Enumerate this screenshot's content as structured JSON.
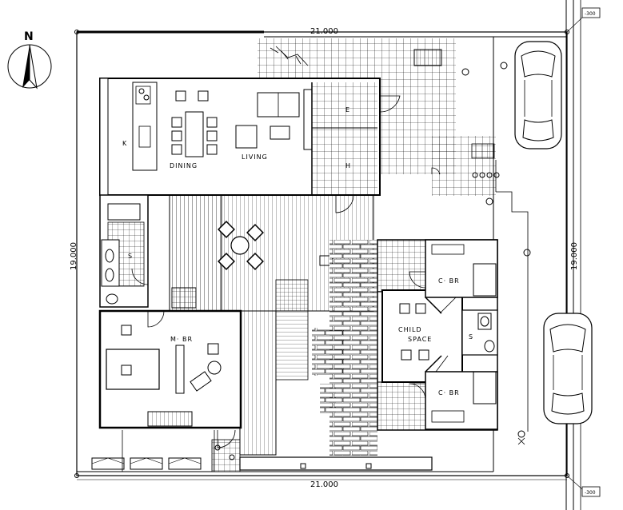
{
  "north_label": "N",
  "dimensions": {
    "top": "21.000",
    "bottom": "21.000",
    "left": "19.000",
    "right": "19.000"
  },
  "level_tags": [
    "-300",
    "-300"
  ],
  "rooms": {
    "kitchen": "K",
    "dining": "DINING",
    "living": "LIVING",
    "e": "E",
    "h": "H",
    "s_left": "S",
    "master_br": "M· BR",
    "child_br_top": "C· BR",
    "child_space_1": "CHILD",
    "child_space_2": "SPACE",
    "s_right": "S",
    "child_br_bottom": "C· BR"
  },
  "colors": {
    "line": "#000000",
    "background": "#ffffff",
    "deck": "#bfbfbf"
  }
}
